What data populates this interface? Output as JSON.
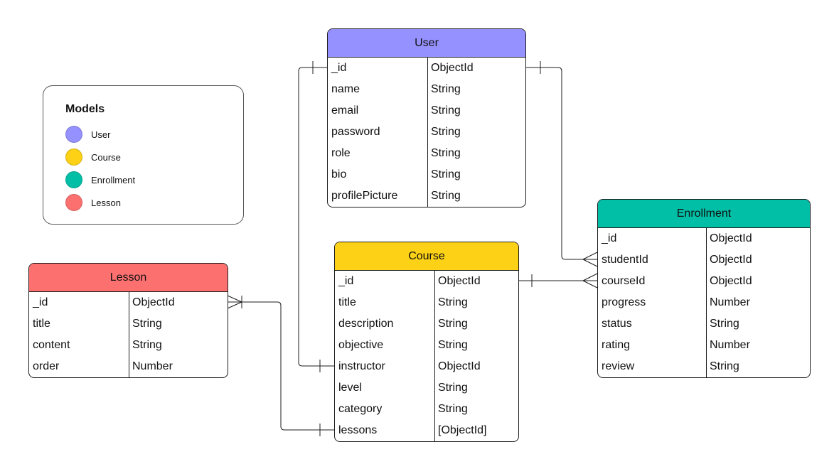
{
  "legend": {
    "title": "Models",
    "items": [
      {
        "label": "User",
        "color": "#9591fe"
      },
      {
        "label": "Course",
        "color": "#fcd116"
      },
      {
        "label": "Enrollment",
        "color": "#00bfa6"
      },
      {
        "label": "Lesson",
        "color": "#fd7070"
      }
    ]
  },
  "entities": {
    "user": {
      "title": "User",
      "color": "#9591fe",
      "fields": [
        {
          "name": "_id",
          "type": "ObjectId"
        },
        {
          "name": "name",
          "type": "String"
        },
        {
          "name": "email",
          "type": "String"
        },
        {
          "name": "password",
          "type": "String"
        },
        {
          "name": "role",
          "type": "String"
        },
        {
          "name": "bio",
          "type": "String"
        },
        {
          "name": "profilePicture",
          "type": "String"
        }
      ]
    },
    "course": {
      "title": "Course",
      "color": "#fcd116",
      "fields": [
        {
          "name": "_id",
          "type": "ObjectId"
        },
        {
          "name": "title",
          "type": "String"
        },
        {
          "name": "description",
          "type": "String"
        },
        {
          "name": "objective",
          "type": "String"
        },
        {
          "name": "instructor",
          "type": "ObjectId"
        },
        {
          "name": "level",
          "type": "String"
        },
        {
          "name": "category",
          "type": "String"
        },
        {
          "name": "lessons",
          "type": "[ObjectId]"
        }
      ]
    },
    "enrollment": {
      "title": "Enrollment",
      "color": "#00bfa6",
      "fields": [
        {
          "name": "_id",
          "type": "ObjectId"
        },
        {
          "name": "studentId",
          "type": "ObjectId"
        },
        {
          "name": "courseId",
          "type": "ObjectId"
        },
        {
          "name": "progress",
          "type": "Number"
        },
        {
          "name": "status",
          "type": "String"
        },
        {
          "name": "rating",
          "type": "Number"
        },
        {
          "name": "review",
          "type": "String"
        }
      ]
    },
    "lesson": {
      "title": "Lesson",
      "color": "#fd7070",
      "fields": [
        {
          "name": "_id",
          "type": "ObjectId"
        },
        {
          "name": "title",
          "type": "String"
        },
        {
          "name": "content",
          "type": "String"
        },
        {
          "name": "order",
          "type": "Number"
        }
      ]
    }
  },
  "relationships": [
    {
      "from": "user._id",
      "to": "course.instructor",
      "cardinality": "one-to-one"
    },
    {
      "from": "user._id",
      "to": "enrollment.studentId",
      "cardinality": "one-to-many"
    },
    {
      "from": "course._id",
      "to": "enrollment.courseId",
      "cardinality": "one-to-many"
    },
    {
      "from": "course.lessons",
      "to": "lesson._id",
      "cardinality": "one-to-many"
    }
  ]
}
